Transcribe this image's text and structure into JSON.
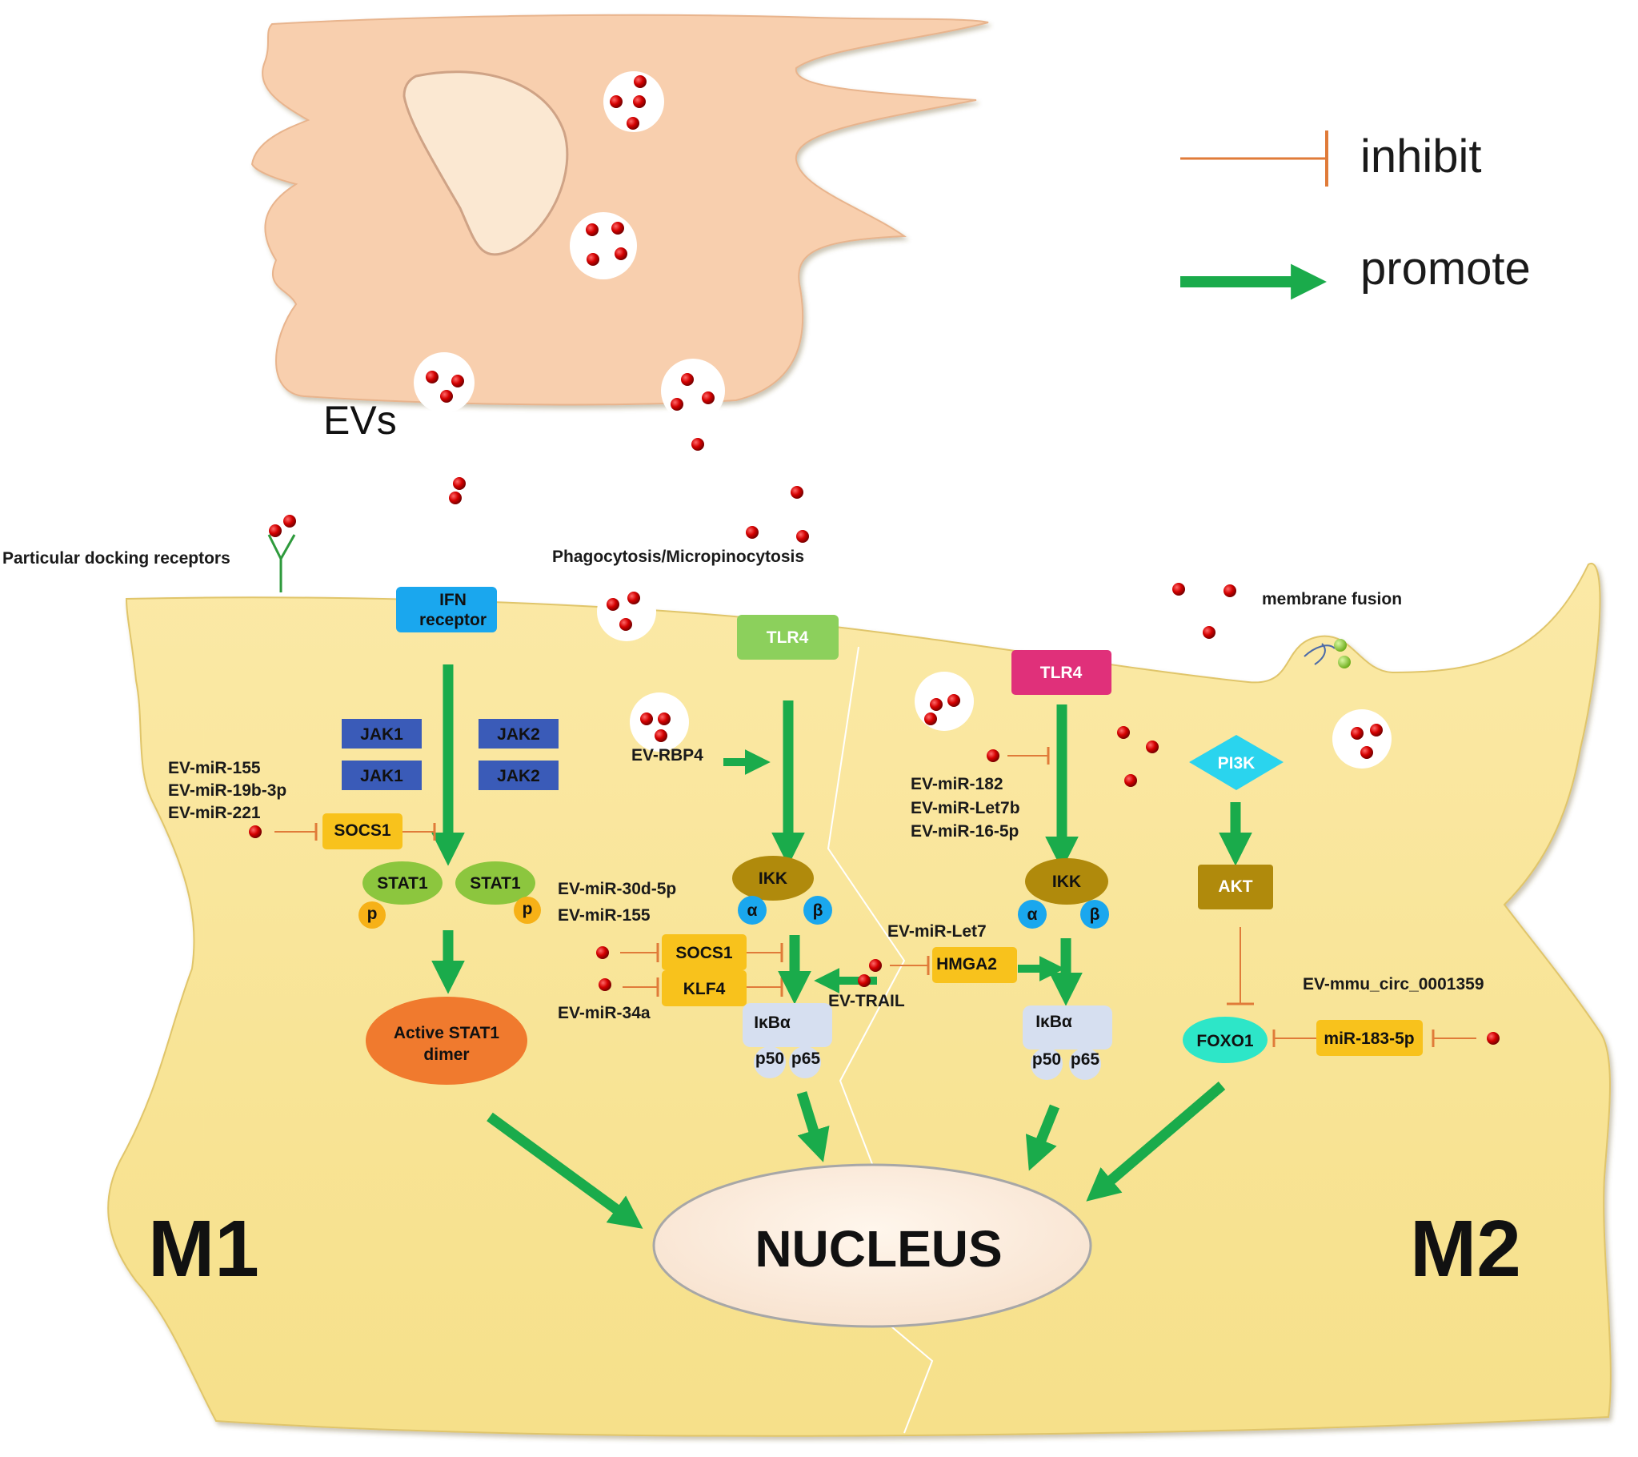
{
  "legend": {
    "inhibit_label": "inhibit",
    "promote_label": "promote",
    "inhibit_color": "#e07b39",
    "promote_color": "#1aab4b"
  },
  "donor_cell": {
    "evs_label": "EVs"
  },
  "membrane_labels": {
    "docking": "Particular docking receptors",
    "phagocytosis": "Phagocytosis/Micropinocytosis",
    "fusion": "membrane fusion"
  },
  "m1_pathway": {
    "ifn_receptor": [
      "IFN",
      "receptor"
    ],
    "jak1": "JAK1",
    "jak2": "JAK2",
    "mirna_group": [
      "EV-miR-155",
      "EV-miR-19b-3p",
      "EV-miR-221"
    ],
    "socs1": "SOCS1",
    "stat1": "STAT1",
    "phospho": "p",
    "active_dimer": [
      "Active STAT1",
      "dimer"
    ]
  },
  "tlr4_left": {
    "tlr4": "TLR4",
    "rbp4": "EV-RBP4",
    "ikk": "IKK",
    "alpha": "α",
    "beta": "β",
    "mirna_30d": "EV-miR-30d-5p",
    "mirna_155": "EV-miR-155",
    "socs1": "SOCS1",
    "klf4": "KLF4",
    "mirna_34a": "EV-miR-34a",
    "trail": "EV-TRAIL",
    "ikba": "IκBα",
    "p50": "p50",
    "p65": "p65"
  },
  "tlr4_right": {
    "tlr4": "TLR4",
    "mirna_group": [
      "EV-miR-182",
      "EV-miR-Let7b",
      "EV-miR-16-5p"
    ],
    "ikk": "IKK",
    "alpha": "α",
    "beta": "β",
    "let7": "EV-miR-Let7",
    "hmga2": "HMGA2",
    "ikba": "IκBα",
    "p50": "p50",
    "p65": "p65"
  },
  "m2_pathway": {
    "pi3k": "PI3K",
    "akt": "AKT",
    "circ": "EV-mmu_circ_0001359",
    "foxo1": "FOXO1",
    "mir183": "miR-183-5p"
  },
  "nucleus_label": "NUCLEUS",
  "m1_label": "M1",
  "m2_label": "M2"
}
